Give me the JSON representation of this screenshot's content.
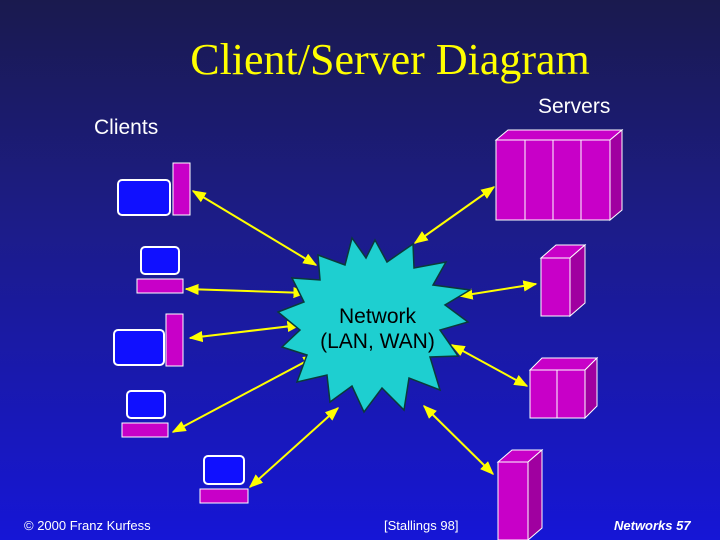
{
  "slide": {
    "title": "Client/Server Diagram",
    "clients_label": "Clients",
    "servers_label": "Servers",
    "network_label_line1": "Network",
    "network_label_line2": "(LAN, WAN)",
    "footer_left": "© 2000 Franz Kurfess",
    "footer_center": "[Stallings 98]",
    "footer_right": "Networks 57"
  },
  "colors": {
    "background_top": "#1a1a4e",
    "background_bottom": "#1616d6",
    "title": "#ffff00",
    "network_cloud": "#1ecfd0",
    "device": "#c800c8",
    "link": "#ffff00",
    "screen": "#1010ff"
  },
  "icons": [
    "desktop-computer-icon",
    "terminal-icon",
    "server-icon",
    "network-cloud-icon"
  ]
}
